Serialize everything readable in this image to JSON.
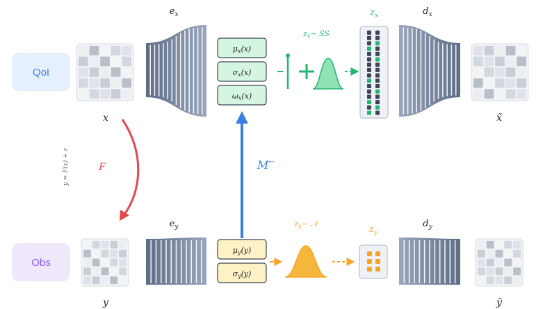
{
  "left_labels": {
    "qoi": "QoI",
    "obs": "Obs"
  },
  "variables": {
    "x": "x",
    "y": "y",
    "x_tilde": "x̃",
    "y_tilde": "ỹ"
  },
  "encoders": {
    "ex": "e",
    "ex_sub": "x",
    "ey": "e",
    "ey_sub": "y"
  },
  "decoders": {
    "dx": "d",
    "dx_sub": "x",
    "dy": "d",
    "dy_sub": "y"
  },
  "latent_params_x": {
    "mu": "μ",
    "mu_sub": "x",
    "mu_arg": "(x)",
    "sigma": "σ",
    "sigma_sub": "x",
    "sigma_arg": "(x)",
    "omega": "ω",
    "omega_sub": "x",
    "omega_arg": "(x)"
  },
  "latent_params_y": {
    "mu": "μ",
    "mu_sub": "y",
    "mu_arg": "(y)",
    "sigma": "σ",
    "sigma_sub": "y",
    "sigma_arg": "(y)"
  },
  "latents": {
    "zx": "z",
    "zx_sub": "x",
    "zy": "z",
    "zy_sub": "y"
  },
  "priors": {
    "zx_prior_var": "z",
    "zx_prior_sub": "x",
    "zx_prior_dist": "∼ SS",
    "zy_prior_var": "z",
    "zy_prior_sub": "y",
    "zy_prior_dist": "∼ 𝒩"
  },
  "mappings": {
    "forward": "F",
    "forward_eq": "y = F(x) + ε",
    "latent_map": "M",
    "latent_map_sup": "←"
  },
  "colors": {
    "qoi_bg": "#e6f0fc",
    "qoi_text": "#3b82f6",
    "obs_bg": "#efe8fb",
    "obs_text": "#8b5cf6",
    "green": "#22b573",
    "green_fill": "#d5f5e3",
    "orange": "#f5a524",
    "orange_fill": "#fdf1c6",
    "red": "#e5474b",
    "blue": "#3b7fe0",
    "encoder": "#6b7a96",
    "dark_cell": "#3d4455"
  }
}
